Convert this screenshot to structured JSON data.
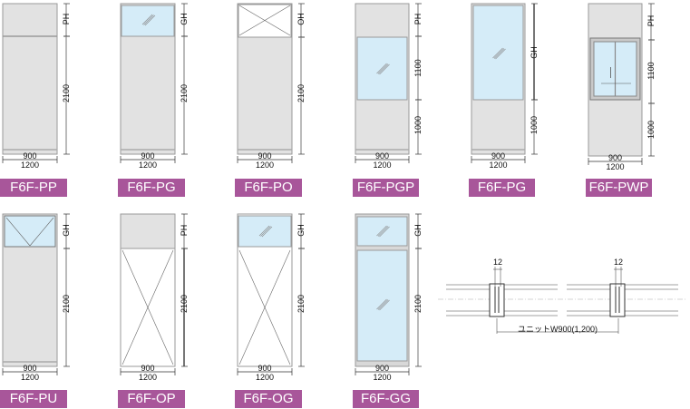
{
  "colors": {
    "panel": "#e2e2e2",
    "glass": "#d5ecf8",
    "frame": "#9a9a9a",
    "label_bg": "#a8569a",
    "label_text": "#ffffff"
  },
  "units": [
    {
      "label": "F6F-PP",
      "top_dim": "PH",
      "dims": [
        "2100"
      ],
      "width": "900",
      "width2": "1200"
    },
    {
      "label": "F6F-PG",
      "top_dim": "GH",
      "dims": [
        "2100"
      ],
      "width": "900",
      "width2": "1200"
    },
    {
      "label": "F6F-PO",
      "top_dim": "OH",
      "dims": [
        "2100"
      ],
      "width": "900",
      "width2": "1200"
    },
    {
      "label": "F6F-PGP",
      "top_dim": "PH",
      "dims": [
        "1100",
        "1000"
      ],
      "width": "900",
      "width2": "1200"
    },
    {
      "label": "F6F-PG",
      "top_dim": "GH",
      "dims": [
        "1000"
      ],
      "width": "900",
      "width2": "1200"
    },
    {
      "label": "F6F-PWP",
      "top_dim": "PH",
      "dims": [
        "1100",
        "1000"
      ],
      "width": "900",
      "width2": "1200"
    },
    {
      "label": "F6F-PU",
      "top_dim": "GH",
      "dims": [
        "2100"
      ],
      "width": "900",
      "width2": "1200"
    },
    {
      "label": "F6F-OP",
      "top_dim": "PH",
      "dims": [
        "2100"
      ],
      "width": "900",
      "width2": "1200"
    },
    {
      "label": "F6F-OG",
      "top_dim": "GH",
      "dims": [
        "2100"
      ],
      "width": "900",
      "width2": "1200"
    },
    {
      "label": "F6F-GG",
      "top_dim": "GH",
      "dims": [
        "2100"
      ],
      "width": "900",
      "width2": "1200"
    }
  ],
  "section": {
    "joint_1": "12",
    "joint_2": "12",
    "unit_width": "ユニットW900(1,200)"
  }
}
